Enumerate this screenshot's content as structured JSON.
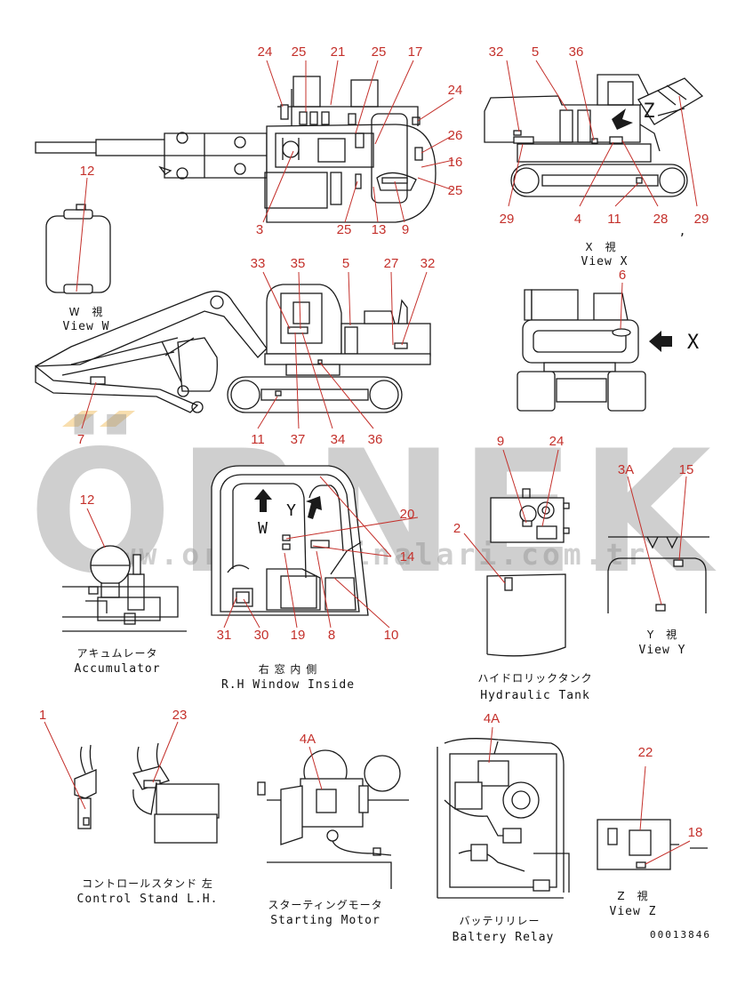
{
  "watermark": {
    "brand": "ÖRNEK",
    "url": "www.ornekmakinalari.com.tr"
  },
  "callouts": {
    "top": [
      "24",
      "25",
      "21",
      "25",
      "17",
      "24",
      "26",
      "16",
      "25",
      "9",
      "13",
      "25",
      "3"
    ],
    "w": [
      "12"
    ],
    "x": [
      "32",
      "5",
      "36",
      "29",
      "4",
      "11",
      "28",
      "29"
    ],
    "side": [
      "33",
      "35",
      "5",
      "27",
      "32",
      "7",
      "11",
      "37",
      "34",
      "36"
    ],
    "rear": [
      "6"
    ],
    "acc": [
      "12"
    ],
    "rhw": [
      "20",
      "14",
      "31",
      "30",
      "19",
      "8",
      "10"
    ],
    "tank": [
      "9",
      "24",
      "2"
    ],
    "y": [
      "3A",
      "15"
    ],
    "cs": [
      "1",
      "23"
    ],
    "sm": [
      "4A"
    ],
    "br": [
      "4A"
    ],
    "z": [
      "22",
      "18"
    ]
  },
  "captions": {
    "view_w": {
      "jp": "W　視",
      "en": "View W"
    },
    "view_x": {
      "jp": "X　視",
      "en": "View X"
    },
    "accumulator": {
      "jp": "アキュムレータ",
      "en": "Accumulator"
    },
    "rh_window": {
      "jp": "右 窓 内 側",
      "en": "R.H Window Inside"
    },
    "hydraulic_tank": {
      "jp": "ハイドロリックタンク",
      "en": "Hydraulic Tank"
    },
    "view_y": {
      "jp": "Y　視",
      "en": "View Y"
    },
    "control_stand": {
      "jp": "コントロールスタンド 左",
      "en": "Control Stand L.H."
    },
    "starting_motor": {
      "jp": "スターティングモータ",
      "en": "Starting Motor"
    },
    "battery_relay": {
      "jp": "バッテリリレー",
      "en": "Baltery Relay"
    },
    "view_z": {
      "jp": "Z　視",
      "en": "View Z"
    }
  },
  "view_markers": {
    "x": "X",
    "y": "Y",
    "w": "W",
    "z": "Z"
  },
  "stray_comma": ",",
  "doc_number": "00013846",
  "colors": {
    "callout": "#c4302b",
    "line": "#1a1a1a",
    "watermark": "#8c8c8c",
    "watermark_accent": "#f2c36b"
  }
}
